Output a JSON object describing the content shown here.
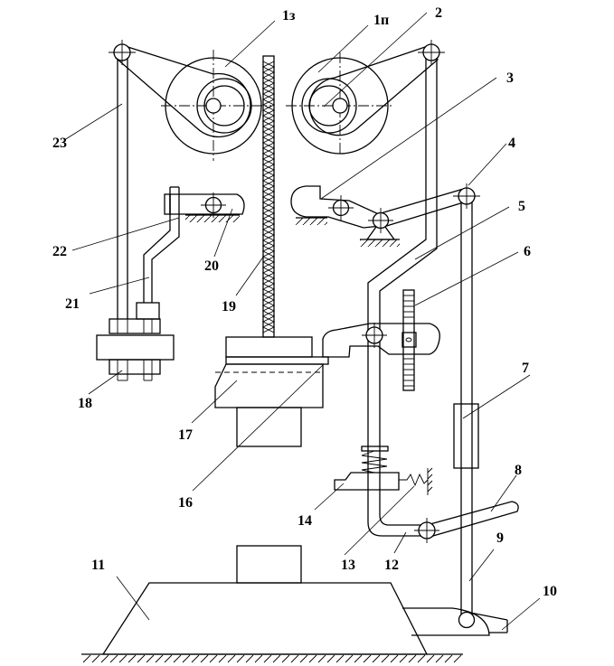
{
  "labels": {
    "l1z": "1з",
    "l1p": "1п",
    "l2": "2",
    "l3": "3",
    "l4": "4",
    "l5": "5",
    "l6": "6",
    "l7": "7",
    "l8": "8",
    "l9": "9",
    "l10": "10",
    "l11": "11",
    "l12": "12",
    "l13": "13",
    "l14": "14",
    "l16": "16",
    "l17": "17",
    "l18": "18",
    "l19": "19",
    "l20": "20",
    "l21": "21",
    "l22": "22",
    "l23": "23"
  }
}
